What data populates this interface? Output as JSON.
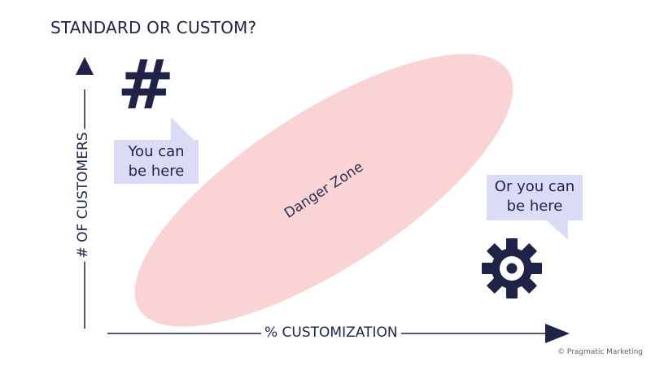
{
  "slide": {
    "title": "STANDARD OR CUSTOM?",
    "copyright": "© Pragmatic Marketing"
  },
  "axes": {
    "y_label": "# OF CUSTOMERS",
    "x_label": "% CUSTOMIZATION"
  },
  "zone": {
    "label": "Danger Zone",
    "fill_color": "#fad4d4"
  },
  "top_left": {
    "icon": "hash-icon",
    "icon_glyph": "#",
    "bubble_lines": [
      "You can",
      "be here"
    ]
  },
  "bottom_right": {
    "icon": "gear-icon",
    "bubble_lines": [
      "Or you can",
      "be here"
    ]
  },
  "colors": {
    "navy": "#1f2347",
    "bubble": "#d9dcf4"
  }
}
